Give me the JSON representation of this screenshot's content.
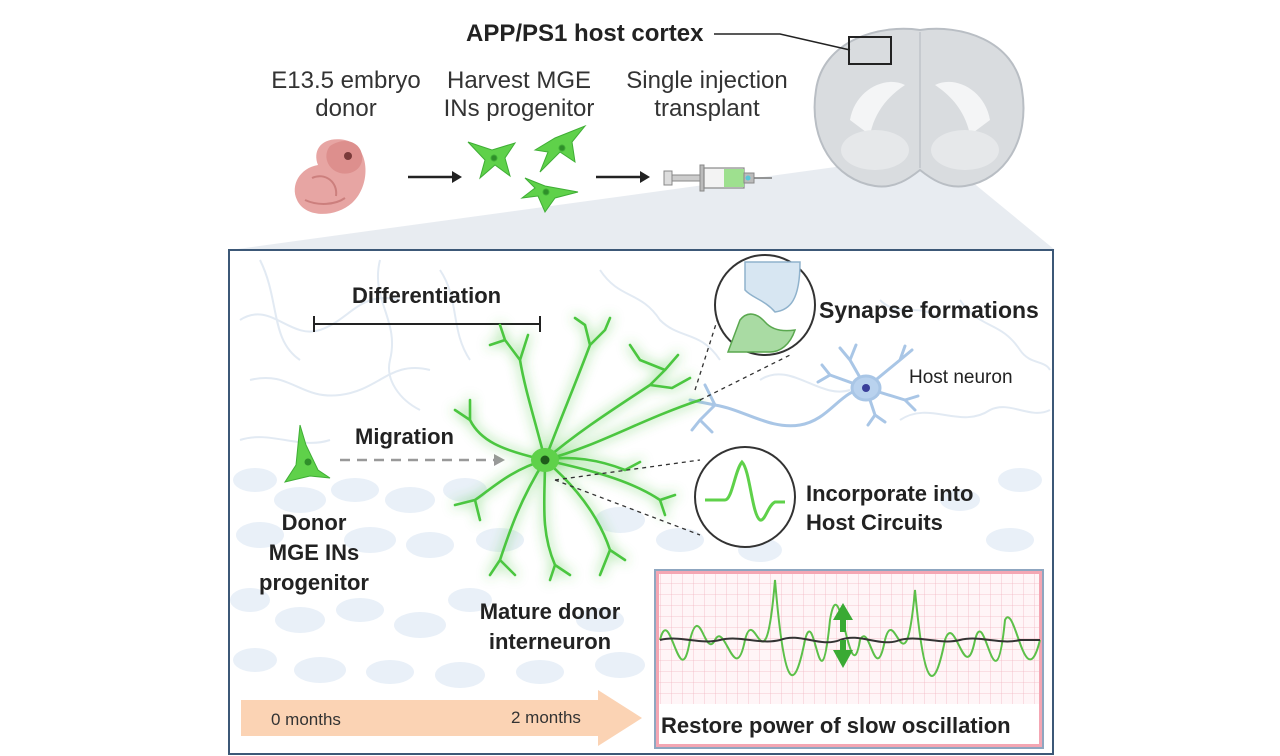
{
  "top": {
    "host_label": "APP/PS1 host cortex",
    "steps": [
      {
        "line1": "E13.5 embryo",
        "line2": "donor"
      },
      {
        "line1": "Harvest MGE",
        "line2": "INs progenitor"
      },
      {
        "line1": "Single injection",
        "line2": "transplant"
      }
    ]
  },
  "panel": {
    "differentiation": "Differentiation",
    "migration": "Migration",
    "donor": {
      "line1": "Donor",
      "line2": "MGE INs",
      "line3": "progenitor"
    },
    "mature": {
      "line1": "Mature donor",
      "line2": "interneuron"
    },
    "synapse": "Synapse formations",
    "host_neuron": "Host neuron",
    "incorporate": {
      "line1": "Incorporate into",
      "line2": "Host Circuits"
    },
    "timeline": {
      "start": "0 months",
      "end": "2 months"
    },
    "restore": "Restore power of slow oscillation"
  },
  "colors": {
    "green": "#5fd14a",
    "green_dark": "#2f8f2a",
    "host_blue": "#a9c6e6",
    "panel_border": "#3c5877",
    "timeline_fill": "#fbd3b4",
    "embryo": "#e7a5a3"
  }
}
